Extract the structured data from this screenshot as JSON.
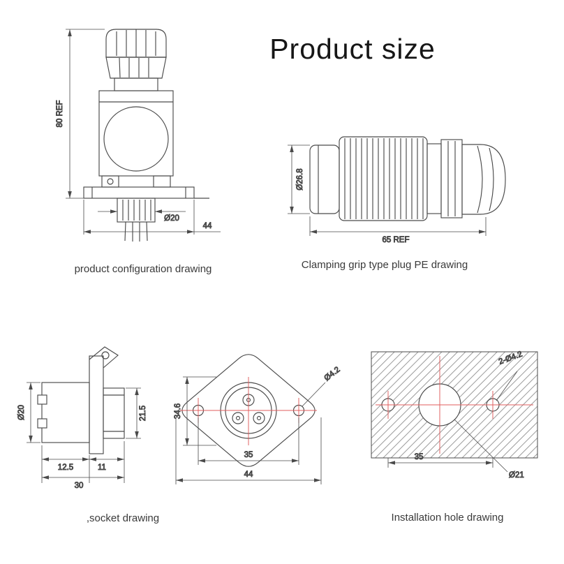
{
  "title": "Product size",
  "colors": {
    "line": "#4a4a4a",
    "centerline": "#e05c5c",
    "hatch": "#9b9b9b",
    "dim_text": "#333333"
  },
  "drawings": {
    "config": {
      "caption": "product configuration drawing",
      "dim_height": "80 REF",
      "dim_stem_dia": "Ø20",
      "dim_flange_width": "44"
    },
    "plug": {
      "caption": "Clamping grip type plug PE drawing",
      "dim_dia": "Ø26.8",
      "dim_length": "65 REF"
    },
    "socket": {
      "caption": ",socket drawing",
      "dim_body_dia": "Ø20",
      "dim_stem_height": "21.5",
      "dim_body_len": "12.5",
      "dim_stem_len": "11",
      "dim_total_len": "30"
    },
    "flange": {
      "dim_height": "34.6",
      "dim_hole_dia": "Ø4.2",
      "dim_hole_spacing": "35",
      "dim_width": "44"
    },
    "install": {
      "caption": "Installation hole drawing",
      "dim_holes": "2-Ø4.2",
      "dim_spacing": "35",
      "dim_center_dia": "Ø21"
    }
  }
}
